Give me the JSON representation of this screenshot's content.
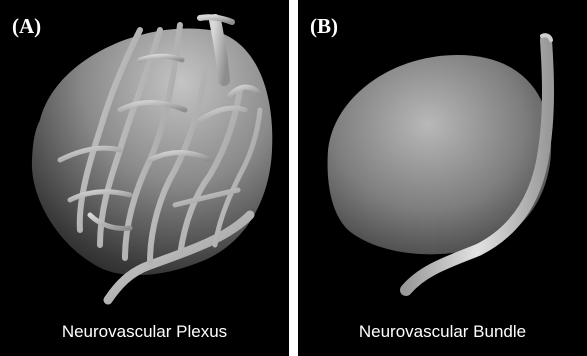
{
  "panels": [
    {
      "tag": "(A)",
      "caption": "Neurovascular Plexus"
    },
    {
      "tag": "(B)",
      "caption": "Neurovascular Bundle"
    }
  ],
  "colors": {
    "background": "#000000",
    "divider": "#ffffff",
    "text": "#ffffff",
    "organ_light": "#b5b5b5",
    "organ_dark": "#2a2a2a",
    "vessel": "#bdbdbd"
  },
  "icons": [
    "prostate-model-with-vessel-plexus",
    "prostate-model-with-single-bundle"
  ]
}
